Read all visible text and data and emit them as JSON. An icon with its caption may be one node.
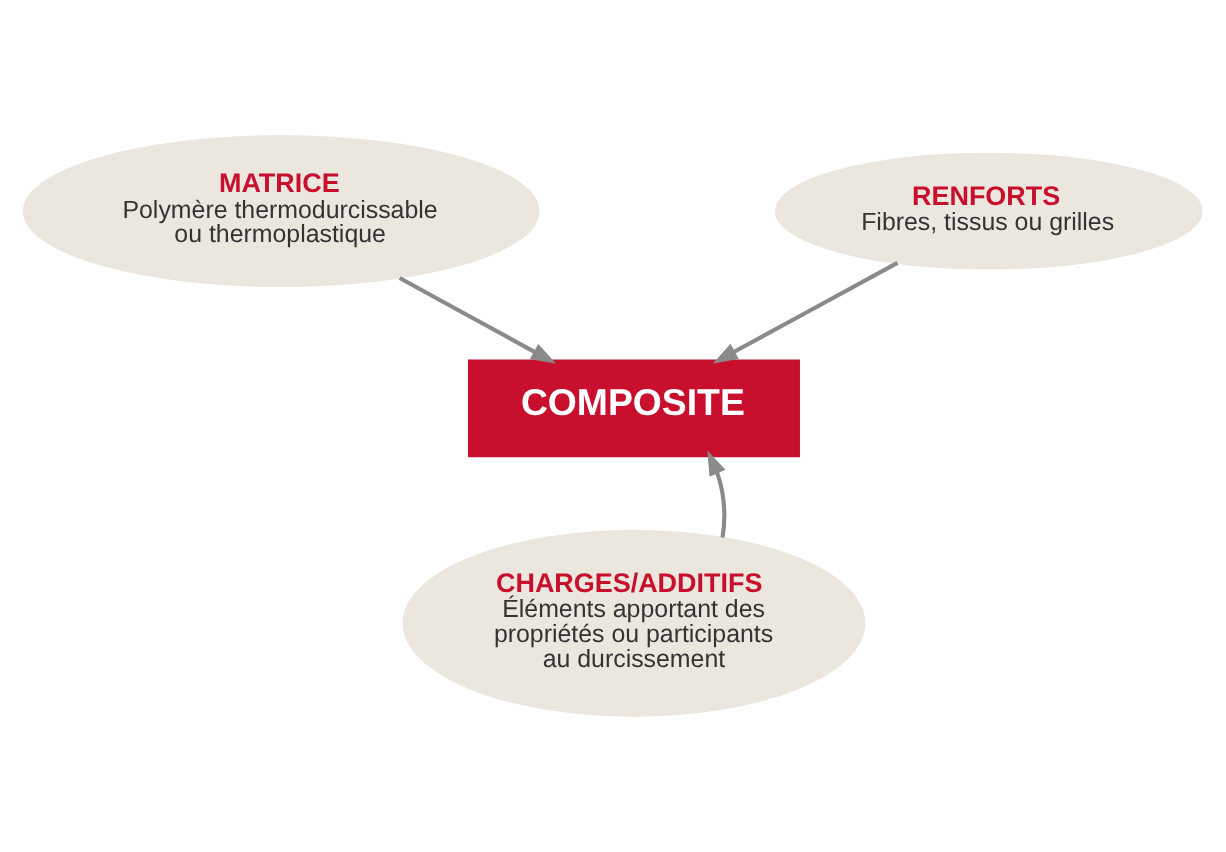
{
  "diagram": {
    "nodes": [
      {
        "text": [
          "MATRICE",
          "Polymère thermodurcissable ou thermoplastique"
        ]
      },
      {
        "text": [
          "RENFORTS",
          "Fibres, tissus ou grilles"
        ]
      },
      {
        "text": [
          "COMPOSITE"
        ]
      },
      {
        "text": [
          "CHARGES/ADDITIFS",
          "Éléments apportant des propriétés ou participants au durcissement"
        ]
      }
    ],
    "edges": [
      {
        "from": 0,
        "to": 2,
        "arrow": "to"
      },
      {
        "from": 1,
        "to": 2,
        "arrow": "to"
      },
      {
        "from": 3,
        "to": 2,
        "arrow": "to"
      }
    ]
  }
}
